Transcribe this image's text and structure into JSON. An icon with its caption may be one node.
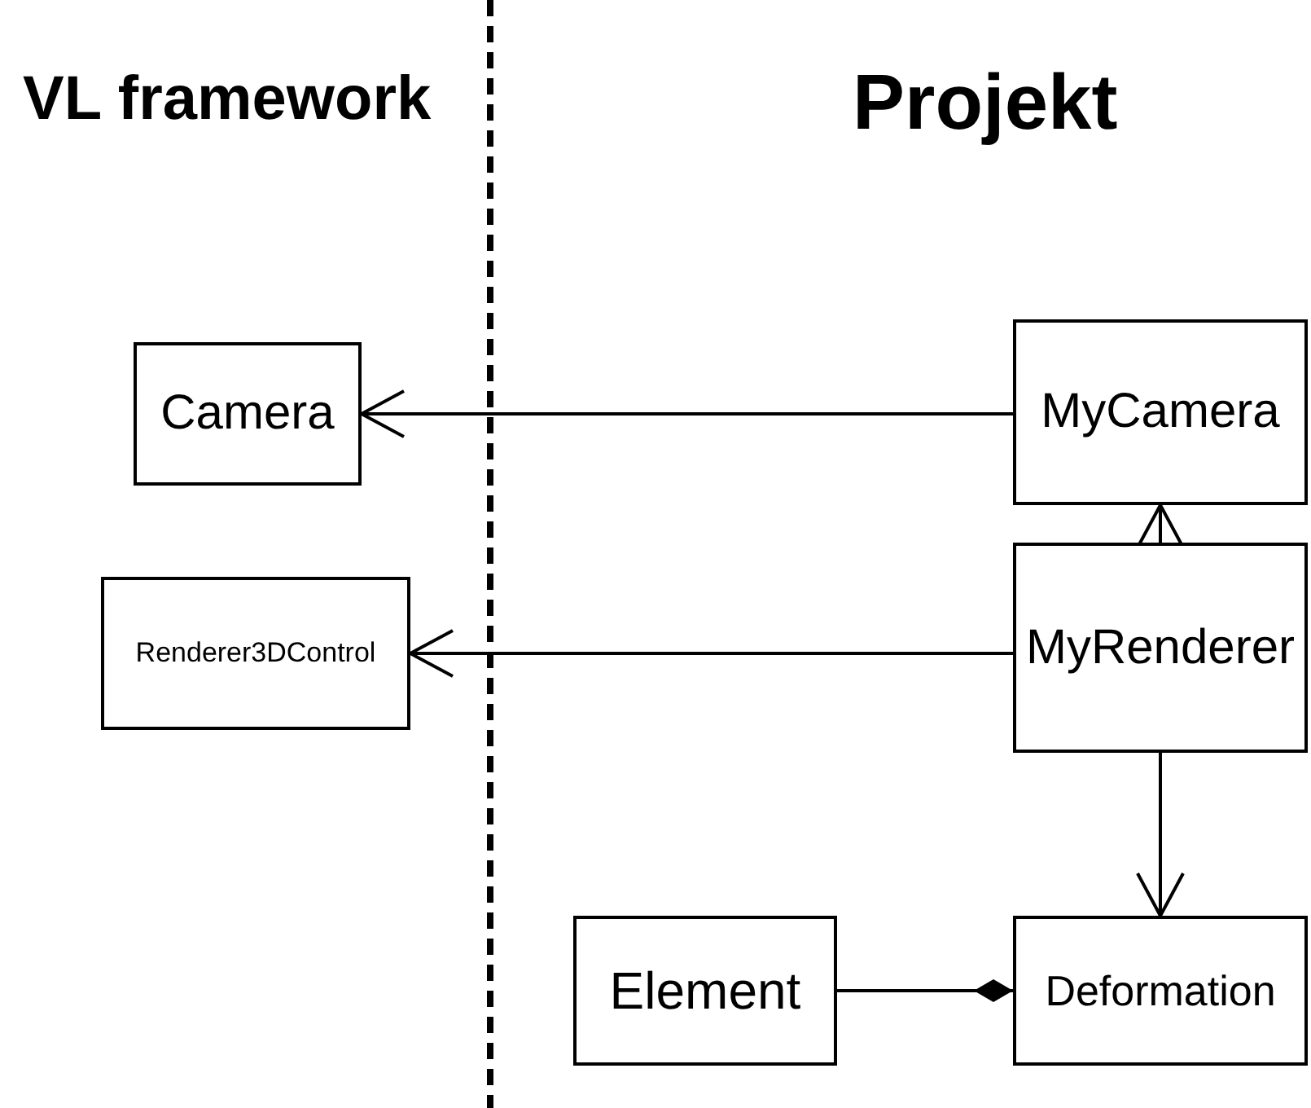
{
  "diagram": {
    "nodes": [
      {
        "text": [
          "Camera"
        ]
      },
      {
        "text": [
          "Renderer3DControl"
        ]
      },
      {
        "text": [
          "MyCamera"
        ]
      },
      {
        "text": [
          "MyRenderer"
        ]
      },
      {
        "text": [
          "Element"
        ]
      },
      {
        "text": [
          "Deformation"
        ]
      }
    ],
    "edges": [
      {
        "from": 2,
        "to": 0,
        "arrow": "to"
      },
      {
        "from": 3,
        "to": 1,
        "arrow": "to"
      },
      {
        "from": 3,
        "to": 2,
        "arrow": "to"
      },
      {
        "from": 3,
        "to": 5,
        "arrow": "to"
      },
      {
        "from": 4,
        "to": 5,
        "arrow": "other"
      }
    ],
    "labels": [
      "VL framework",
      "Projekt"
    ]
  }
}
